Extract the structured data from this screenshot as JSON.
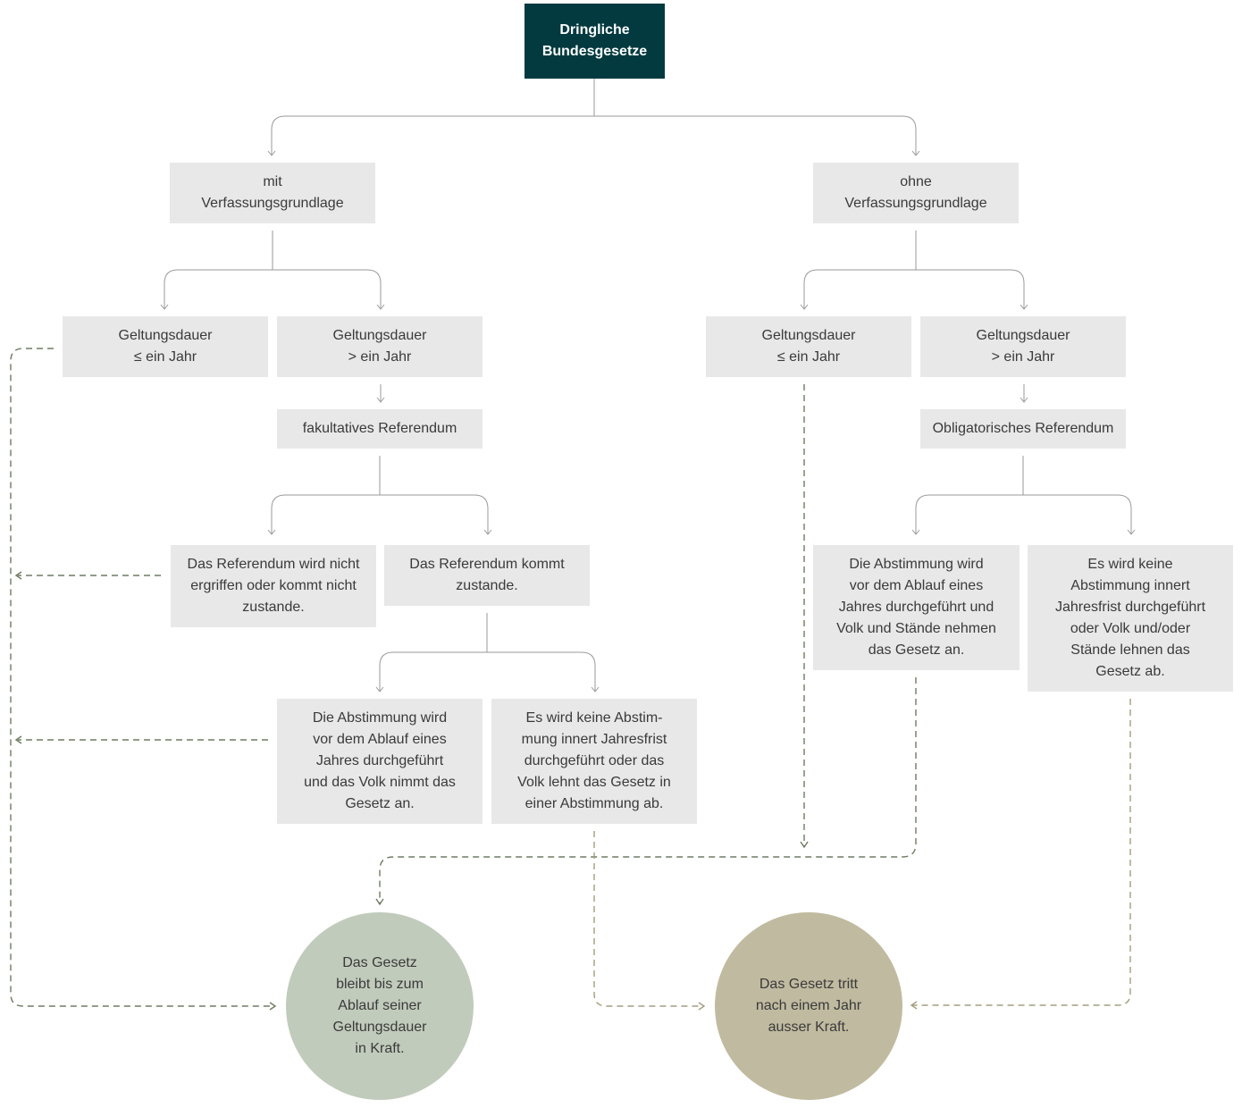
{
  "colors": {
    "root_bg": "#033a3f",
    "box_bg": "#e8e8e8",
    "solid_line": "#9a9a9a",
    "dashed_green": "#6e7b63",
    "dashed_tan": "#a49d80",
    "circle_green": "#c1cbbc",
    "circle_tan": "#c0baa0"
  },
  "root": {
    "label": "Dringliche\nBundesgesetze"
  },
  "with_basis": {
    "label": "mit\nVerfassungsgrundlage",
    "duration_short": "Geltungsdauer\n≤ ein Jahr",
    "duration_long": "Geltungsdauer\n> ein Jahr",
    "referendum": "fakultatives Referendum",
    "ref_not_taken": "Das Referendum wird nicht\nergriffen oder kommt nicht\nzustande.",
    "ref_taken": "Das Referendum kommt\nzustande.",
    "vote_accepted": "Die Abstimmung wird\nvor dem Ablauf eines\nJahres durchgeführt\nund das Volk nimmt das\nGesetz an.",
    "vote_rejected": "Es wird keine Abstim-\nmung innert Jahresfrist\ndurchgeführt oder das\nVolk lehnt das Gesetz in\neiner Abstimmung ab."
  },
  "without_basis": {
    "label": "ohne\nVerfassungsgrundlage",
    "duration_short": "Geltungsdauer\n≤ ein Jahr",
    "duration_long": "Geltungsdauer\n> ein Jahr",
    "referendum": "Obligatorisches Referendum",
    "vote_accepted": "Die Abstimmung wird\nvor dem Ablauf eines\nJahres durchgeführt und\nVolk und Stände nehmen\ndas Gesetz an.",
    "vote_rejected": "Es wird keine\nAbstimmung innert\nJahresfrist durchgeführt\noder Volk und/oder\nStände lehnen das\nGesetz ab."
  },
  "outcomes": {
    "stays": "Das Gesetz\nbleibt bis zum\nAblauf seiner\nGeltungsdauer\nin Kraft.",
    "expires": "Das Gesetz tritt\nnach einem Jahr\nausser Kraft."
  }
}
